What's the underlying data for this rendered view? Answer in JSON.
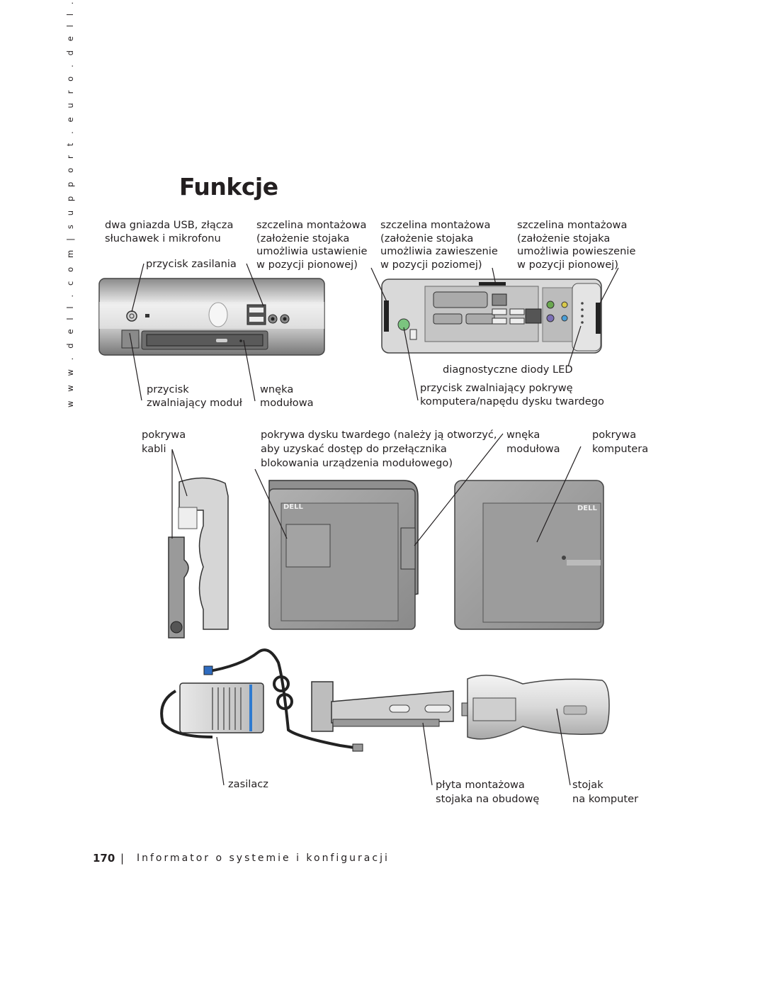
{
  "sidebar": {
    "url": "w w w . d e l l . c o m   |   s u p p o r t . e u r o . d e l l . c o m"
  },
  "page": {
    "title": "Funkcje"
  },
  "labels": {
    "usb_audio": [
      "dwa gniazda USB, złącza",
      "słuchawek i mikrofonu"
    ],
    "power_button": "przycisk zasilania",
    "slot_vertical_a": [
      "szczelina montażowa",
      "(założenie stojaka",
      "umożliwia ustawienie",
      "w pozycji pionowej)"
    ],
    "slot_horizontal": [
      "szczelina montażowa",
      "(założenie stojaka",
      "umożliwia zawieszenie",
      "w pozycji poziomej)"
    ],
    "slot_vertical_b": [
      "szczelina montażowa",
      "(założenie stojaka",
      "umożliwia powieszenie",
      "w pozycji pionowej)"
    ],
    "diag_leds": "diagnostyczne diody LED",
    "module_release": [
      "przycisk",
      "zwalniający moduł"
    ],
    "module_bay": [
      "wnęka",
      "modułowa"
    ],
    "cover_release": [
      "przycisk zwalniający pokrywę",
      "komputera/napędu dysku twardego"
    ],
    "cable_cover": [
      "pokrywa",
      "kabli"
    ],
    "hdd_cover": [
      "pokrywa dysku twardego (należy ją otworzyć,",
      "aby uzyskać dostęp do przełącznika",
      "blokowania urządzenia modułowego)"
    ],
    "module_bay_2": [
      "wnęka",
      "modułowa"
    ],
    "computer_cover": [
      "pokrywa",
      "komputera"
    ],
    "power_supply": "zasilacz",
    "mount_plate": [
      "płyta montażowa",
      "stojaka na obudowę"
    ],
    "stand": [
      "stojak",
      "na komputer"
    ]
  },
  "footer": {
    "page_number": "170",
    "separator": "|",
    "text": "Informator o systemie i konfiguracji"
  },
  "graphics": {
    "dell_logo": "DELL"
  }
}
